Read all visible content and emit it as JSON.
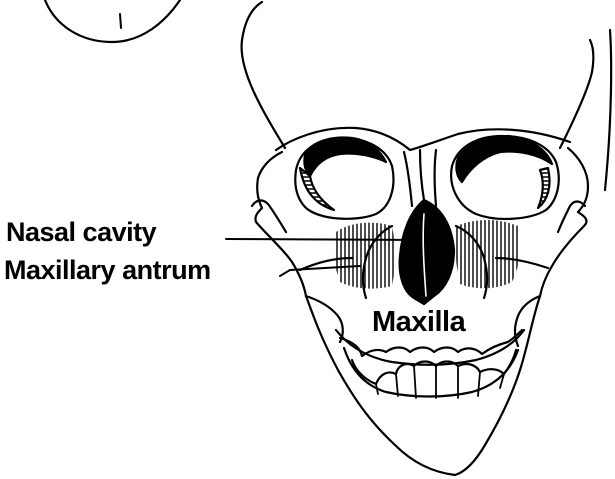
{
  "labels": {
    "nasal_cavity": "Nasal cavity",
    "maxillary_antrum": "Maxillary antrum",
    "maxilla": "Maxilla"
  },
  "colors": {
    "ink": "#000000",
    "background": "#ffffff"
  }
}
